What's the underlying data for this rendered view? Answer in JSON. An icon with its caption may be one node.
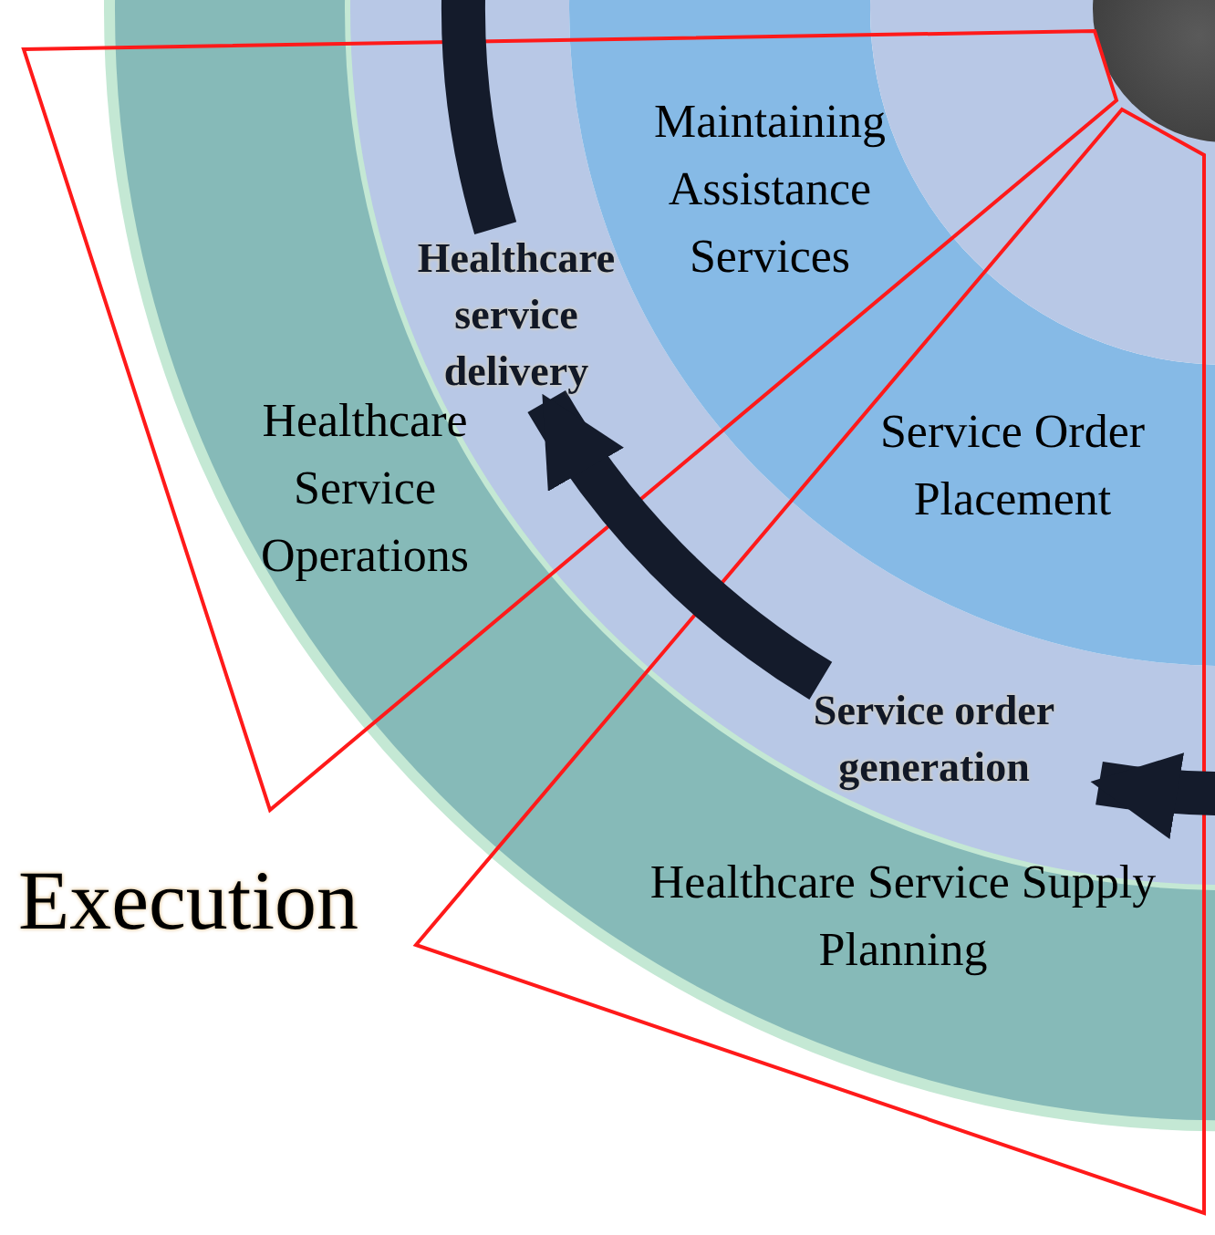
{
  "diagram": {
    "nodes": [
      {
        "text": [
          "Maintaining Assistance Services"
        ]
      },
      {
        "text": [
          "Healthcare service delivery"
        ]
      },
      {
        "text": [
          "Healthcare Service Operations"
        ]
      },
      {
        "text": [
          "Service Order Placement"
        ]
      },
      {
        "text": [
          "Service order generation"
        ]
      },
      {
        "text": [
          "Healthcare Service Supply Planning"
        ]
      },
      {
        "text": [],
        "shape": "circle"
      }
    ],
    "edges": [
      {
        "from": null,
        "to": 4,
        "arrow": "to"
      },
      {
        "from": 4,
        "to": 1,
        "arrow": "to"
      },
      {
        "from": 1,
        "to": null,
        "arrow": "none"
      }
    ],
    "labels": [
      "Execution"
    ]
  }
}
